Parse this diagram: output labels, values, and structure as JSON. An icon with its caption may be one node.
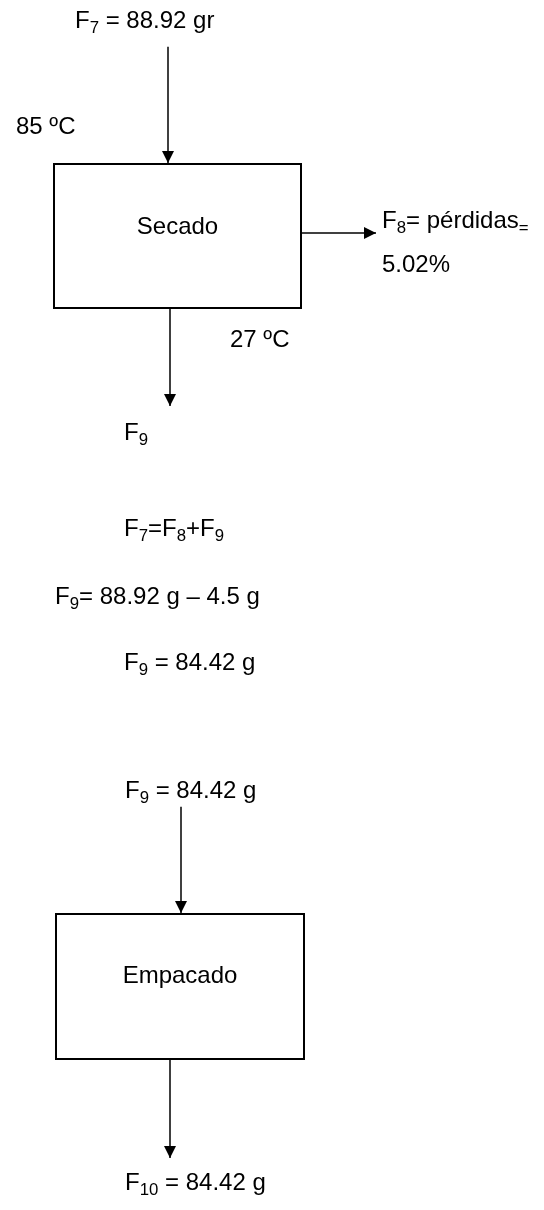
{
  "diagram": {
    "nodes": [
      {
        "text": [
          "F$_{7}$ = 88.92 gr"
        ]
      },
      {
        "text": [
          "Secado"
        ]
      },
      {
        "text": [
          "F$_{8}$= pérdidas$_{=}$ 5.02%"
        ]
      },
      {
        "text": [
          "F$_{9}$"
        ]
      },
      {
        "text": [
          "F$_{9}$ = 84.42 g"
        ]
      },
      {
        "text": [
          "Empacado"
        ]
      },
      {
        "text": [
          "F$_{10}$ = 84.42 g"
        ]
      }
    ],
    "edges": [
      {
        "from": 0,
        "to": 1,
        "arrow": "to"
      },
      {
        "from": 1,
        "to": 2,
        "arrow": "to"
      },
      {
        "from": 1,
        "to": 3,
        "arrow": "to"
      },
      {
        "from": 4,
        "to": 5,
        "arrow": "to"
      },
      {
        "from": 5,
        "to": 6,
        "arrow": "to"
      }
    ],
    "labels": [
      "85 ºC",
      "27 ºC",
      "F$_{7}$=F$_{8}$+F$_{9}$",
      "F$_{9}$= 88.92 g – 4.5 g",
      "F$_{9}$ = 84.42 g"
    ]
  }
}
